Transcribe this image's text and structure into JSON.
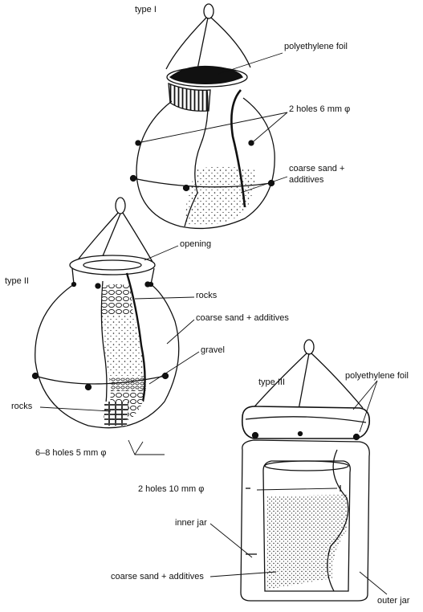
{
  "types": {
    "type_1": "type I",
    "type_2": "type II",
    "type_3": "type III"
  },
  "labels": {
    "polyethylene_foil_1": "polyethylene foil",
    "holes_6mm": "2 holes 6 mm φ",
    "coarse_sand_1a": "coarse sand +",
    "coarse_sand_1b": "additives",
    "opening": "opening",
    "rocks_top": "rocks",
    "coarse_sand_2": "coarse sand + additives",
    "gravel": "gravel",
    "rocks_left": "rocks",
    "holes_5mm": "6–8 holes 5 mm φ",
    "polyethylene_foil_3": "polyethylene foil",
    "holes_10mm": "2 holes 10 mm φ",
    "inner_jar": "inner jar",
    "coarse_sand_3": "coarse sand + additives",
    "outer_jar": "outer jar"
  }
}
